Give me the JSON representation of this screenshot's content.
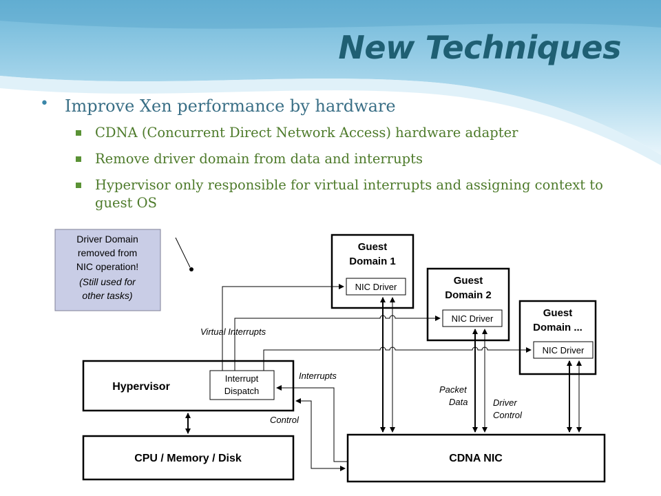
{
  "slide": {
    "title": "New Techniques",
    "bullets": [
      {
        "text": "Improve Xen performance by hardware",
        "subbullets": [
          "CDNA (Concurrent Direct Network Access) hardware adapter",
          "Remove driver domain from data and interrupts",
          "Hypervisor only responsible for virtual interrupts and assigning context to guest OS"
        ]
      }
    ]
  },
  "diagram": {
    "note_lines": [
      "Driver Domain",
      "removed from",
      "NIC operation!",
      "(Still used for",
      "other tasks)"
    ],
    "guest1": {
      "line1": "Guest",
      "line2": "Domain 1",
      "driver": "NIC Driver"
    },
    "guest2": {
      "line1": "Guest",
      "line2": "Domain 2",
      "driver": "NIC Driver"
    },
    "guest3": {
      "line1": "Guest",
      "line2": "Domain ...",
      "driver": "NIC Driver"
    },
    "hypervisor": "Hypervisor",
    "interrupt_dispatch": [
      "Interrupt",
      "Dispatch"
    ],
    "cpu_box": "CPU / Memory / Disk",
    "nic_box": "CDNA NIC",
    "labels": {
      "virtual_interrupts": "Virtual Interrupts",
      "interrupts": "Interrupts",
      "control": "Control",
      "packet_data": [
        "Packet",
        "Data"
      ],
      "driver_control": [
        "Driver",
        "Control"
      ]
    }
  }
}
